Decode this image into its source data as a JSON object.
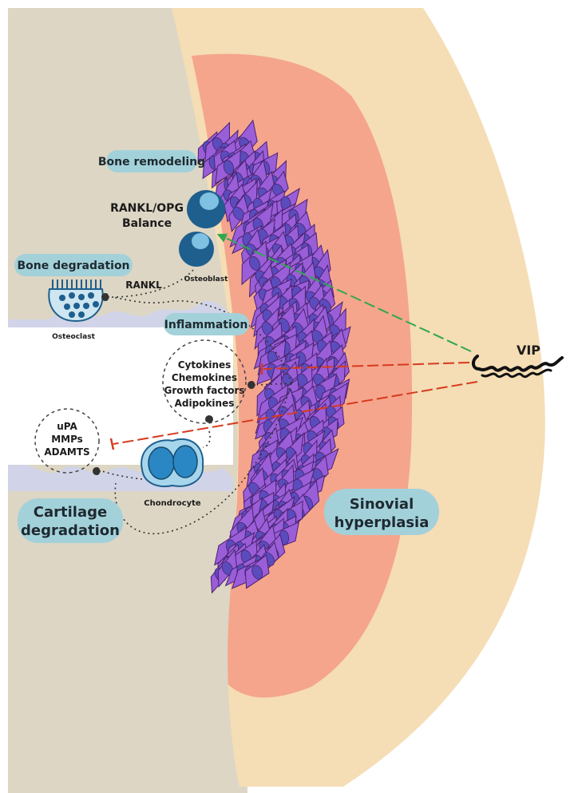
{
  "labels": {
    "bone_remodeling": "Bone remodeling",
    "rankl_opg_1": "RANKL/OPG",
    "rankl_opg_2": "Balance",
    "osteoblast": "Osteoblast",
    "bone_degradation": "Bone degradation",
    "rankl": "RANKL",
    "osteoclast": "Osteoclast",
    "inflammation": "Inflammation",
    "cytokines": "Cytokines",
    "chemokines": "Chemokines",
    "growth_factors": "Growth factors",
    "adipokines": "Adipokines",
    "upa": "uPA",
    "mmps": "MMPs",
    "adamts": "ADAMTS",
    "chondrocyte": "Chondrocyte",
    "cartilage_1": "Cartilage",
    "cartilage_2": "degradation",
    "sinovial_1": "Sinovial",
    "sinovial_2": "hyperplasia",
    "vip": "VIP"
  },
  "colors": {
    "bone": "#ddd6c4",
    "capsule": "#f5ddb5",
    "synovium": "#f5a58c",
    "pill": "#a3d1da",
    "cells_fill": "#9a5ed8",
    "cells_stroke": "#4a2270",
    "nucleus": "#5b4cbd",
    "cartilage": "#cfd4ec",
    "osteoblast": "#1e5f8e",
    "activation_arrow": "#2fa84f",
    "inhibition_line": "#d63a1e"
  }
}
